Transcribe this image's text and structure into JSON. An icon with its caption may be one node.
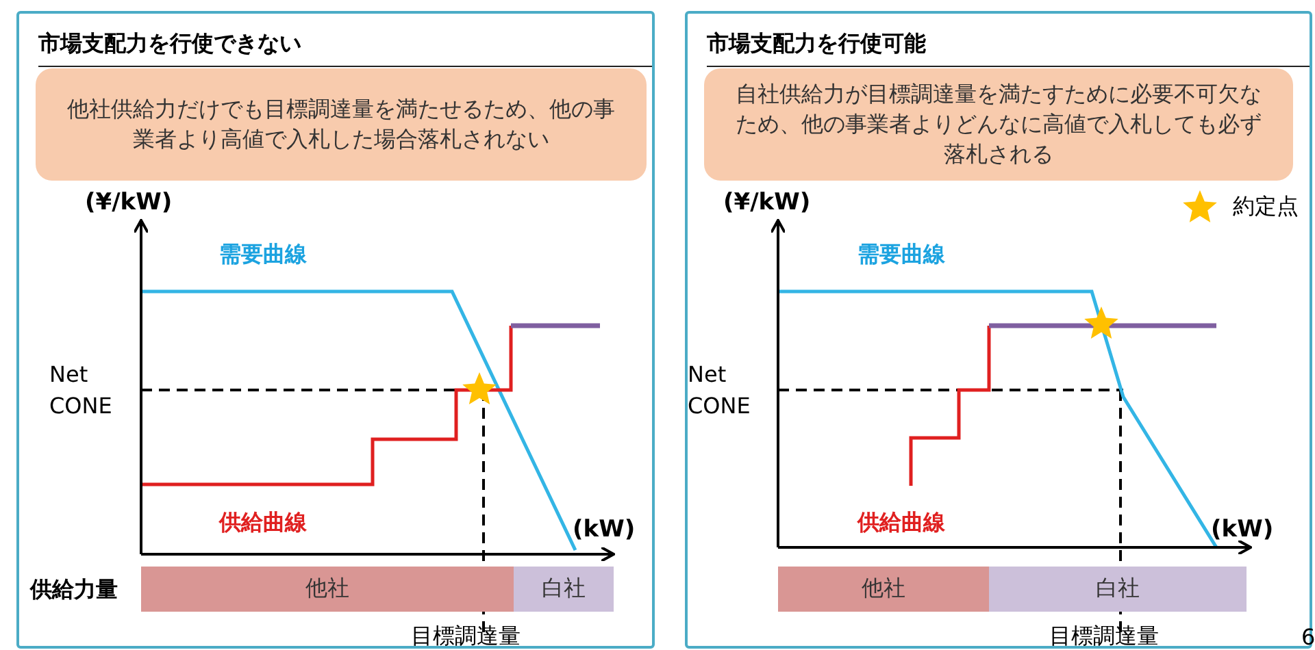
{
  "diagram": {
    "nodes": [
      {
        "text": [
          "市場支配力を行使できない"
        ]
      },
      {
        "text": [
          "他社供給力だけでも目標調達量を満たせるため、他の事業者より高値で入札した場合落札されない"
        ],
        "in": 0
      },
      {
        "text": [
          "他社"
        ],
        "in": 0
      },
      {
        "text": [
          "白社"
        ],
        "in": 0
      },
      {
        "text": [
          "市場支配力を行使可能"
        ]
      },
      {
        "text": [
          "自社供給力が目標調達量を満たすために必要不可欠なため、他の事業者よりどんなに高値で入札しても必ず落札される"
        ],
        "in": 4
      },
      {
        "text": [
          "他社"
        ],
        "in": 4
      },
      {
        "text": [
          "白社"
        ],
        "in": 4
      }
    ],
    "labels": [
      "(¥/kW)",
      "需要曲線",
      "Net CONE",
      "供給曲線",
      "(kW)",
      "供給力量",
      "目標調達量",
      "(¥/kW)",
      "需要曲線",
      "Net CONE",
      "供給曲線",
      "(kW)",
      "目標調達量",
      "6"
    ],
    "legend": [
      {
        "text": "約定点"
      }
    ]
  }
}
